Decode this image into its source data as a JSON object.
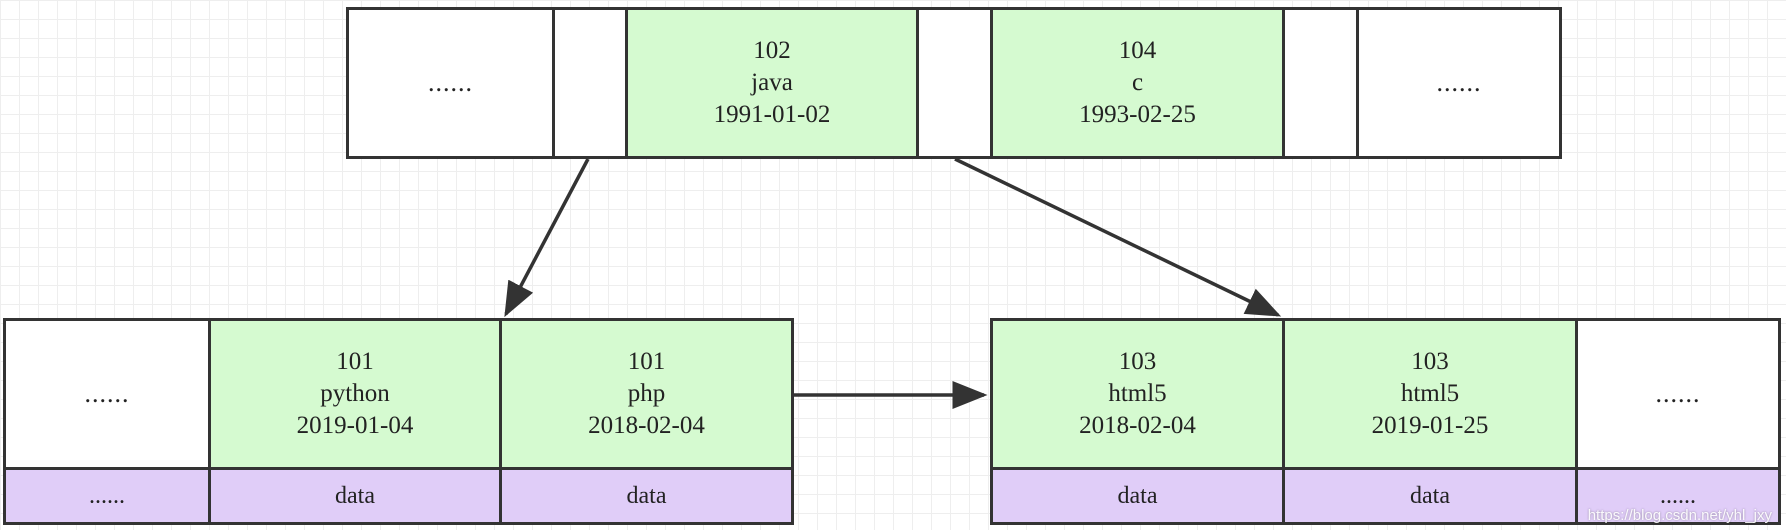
{
  "root": {
    "left_ellipsis": "......",
    "key1": {
      "id": "102",
      "name": "java",
      "date": "1991-01-02"
    },
    "key2": {
      "id": "104",
      "name": "c",
      "date": "1993-02-25"
    },
    "right_ellipsis": "......"
  },
  "left_leaf": {
    "ellipsis": "......",
    "key1": {
      "id": "101",
      "name": "python",
      "date": "2019-01-04"
    },
    "key2": {
      "id": "101",
      "name": "php",
      "date": "2018-02-04"
    },
    "data_ellipsis": "......",
    "data1": "data",
    "data2": "data"
  },
  "right_leaf": {
    "key1": {
      "id": "103",
      "name": "html5",
      "date": "2018-02-04"
    },
    "key2": {
      "id": "103",
      "name": "html5",
      "date": "2019-01-25"
    },
    "ellipsis": "......",
    "data1": "data",
    "data2": "data",
    "data_ellipsis": "......"
  },
  "watermark": "https://blog.csdn.net/yhl_jxy",
  "colors": {
    "key_fill": "#d5fad0",
    "data_fill": "#e0cdf8",
    "border": "#333333",
    "arrow": "#333333"
  }
}
